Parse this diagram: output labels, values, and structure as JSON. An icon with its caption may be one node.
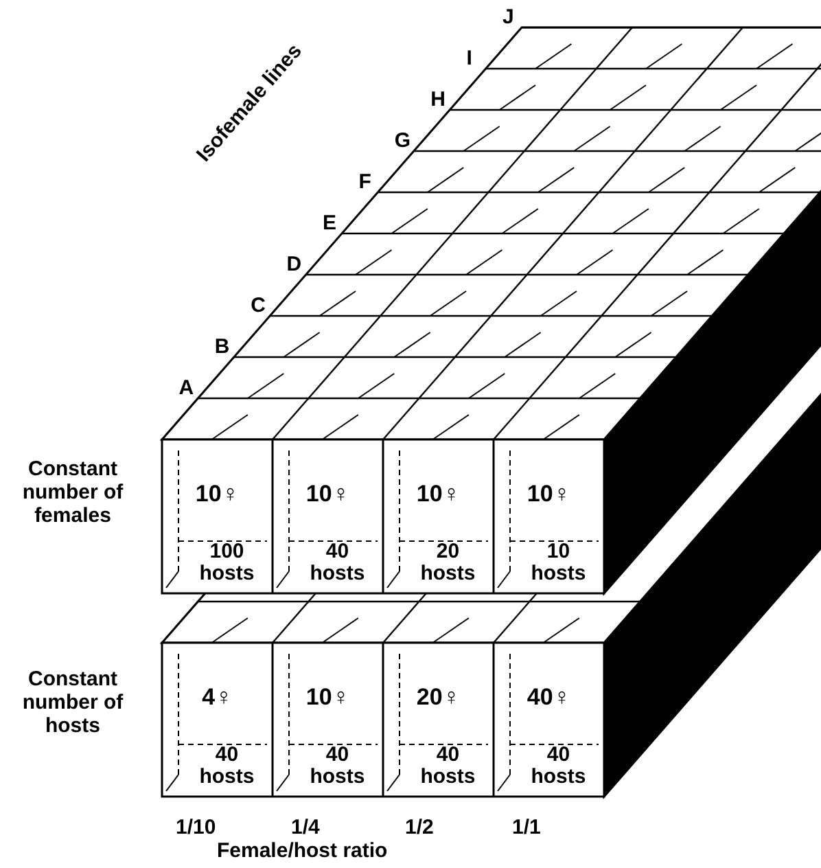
{
  "diagram": {
    "nodes": [
      {
        "text": [
          "10♀",
          "100 hosts"
        ]
      },
      {
        "text": [
          "10♀",
          "40 hosts"
        ]
      },
      {
        "text": [
          "10♀",
          "20 hosts"
        ]
      },
      {
        "text": [
          "10♀",
          "10 hosts"
        ]
      },
      {
        "text": [
          "4♀",
          "40 hosts"
        ]
      },
      {
        "text": [
          "10♀",
          "40 hosts"
        ]
      },
      {
        "text": [
          "20♀",
          "40 hosts"
        ]
      },
      {
        "text": [
          "40♀",
          "40 hosts"
        ]
      }
    ],
    "edges": [],
    "labels": [
      "J",
      "I",
      "H",
      "G",
      "F",
      "E",
      "D",
      "C",
      "B",
      "A",
      "Isofemale lines",
      "Constant number of females",
      "Constant number of hosts",
      "1/10",
      "1/4",
      "1/2",
      "1/1",
      "Female/host ratio"
    ]
  }
}
